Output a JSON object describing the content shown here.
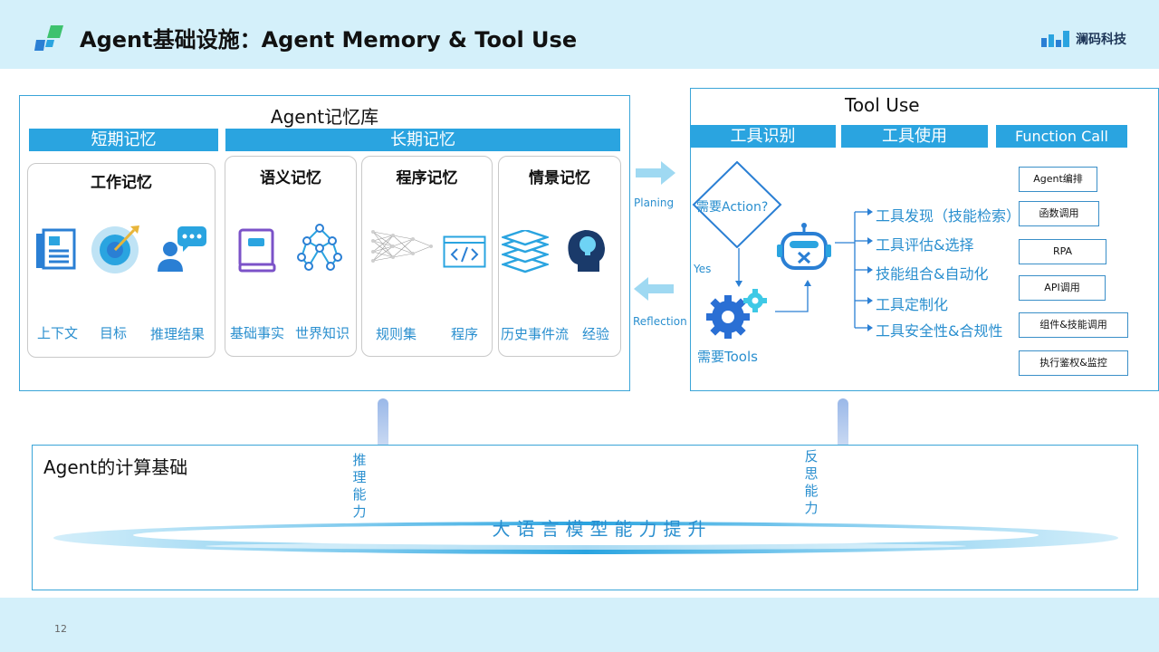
{
  "header": {
    "title": "Agent基础设施：Agent Memory & Tool Use",
    "brand": "澜码科技"
  },
  "footer": {
    "page_number": "12"
  },
  "memory": {
    "title": "Agent记忆库",
    "short_term": "短期记忆",
    "long_term": "长期记忆",
    "cards": [
      {
        "title": "工作记忆",
        "labels": [
          "上下文",
          "目标",
          "推理结果"
        ]
      },
      {
        "title": "语义记忆",
        "labels": [
          "基础事实",
          "世界知识"
        ]
      },
      {
        "title": "程序记忆",
        "labels": [
          "规则集",
          "程序"
        ]
      },
      {
        "title": "情景记忆",
        "labels": [
          "历史事件流",
          "经验"
        ]
      }
    ]
  },
  "flow": {
    "planing": "Planing",
    "reflection": "Reflection"
  },
  "tool_use": {
    "title": "Tool  Use",
    "tabs": [
      "工具识别",
      "工具使用",
      "Function Call"
    ],
    "decision": "需要Action?",
    "yes": "Yes",
    "need_tools": "需要Tools",
    "features": [
      "工具发现（技能检索）",
      "工具评估&选择",
      "技能组合&自动化",
      "工具定制化",
      "工具安全性&合规性"
    ],
    "function_call_items": [
      "Agent编排",
      "函数调用",
      "RPA",
      "API调用",
      "组件&技能调用",
      "执行鉴权&监控"
    ]
  },
  "foundation": {
    "title": "Agent的计算基础",
    "reasoning": "推理能力",
    "reflection": "反思能力",
    "llm": "大语言模型能力提升"
  },
  "colors": {
    "accent": "#2aa4e0",
    "text_blue": "#2a8fcf",
    "band": "#d4f0fa",
    "border": "#3aa5d8"
  }
}
